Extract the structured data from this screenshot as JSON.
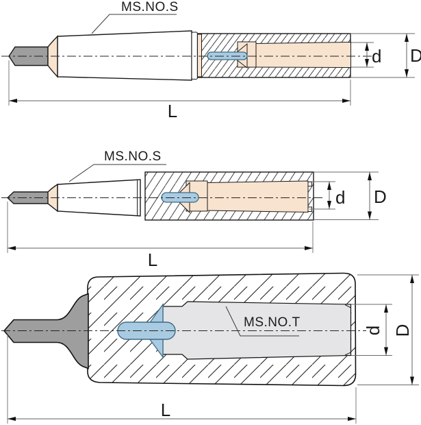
{
  "page": {
    "background": "#ffffff",
    "description": "Morse taper sleeve and socket sectional technical drawing"
  },
  "colors": {
    "outline": "#1a1a1a",
    "peach": "#f8e3cf",
    "blue_fill": "#a9cbe2",
    "blue_outline": "#3d6b84",
    "shank_grey": "#9e9e9e",
    "bore_grey": "#e5e5e7",
    "white": "#ffffff",
    "text": "#1a1a1a"
  },
  "drawings": {
    "top": {
      "label": "MS.NO.S",
      "dim_inner": "d",
      "dim_outer": "D",
      "dim_length": "L"
    },
    "middle": {
      "label": "MS.NO.S",
      "dim_inner": "d",
      "dim_outer": "D",
      "dim_length": "L"
    },
    "bottom": {
      "label": "MS.NO.T",
      "dim_inner": "d",
      "dim_outer": "D",
      "dim_length": "L"
    }
  }
}
